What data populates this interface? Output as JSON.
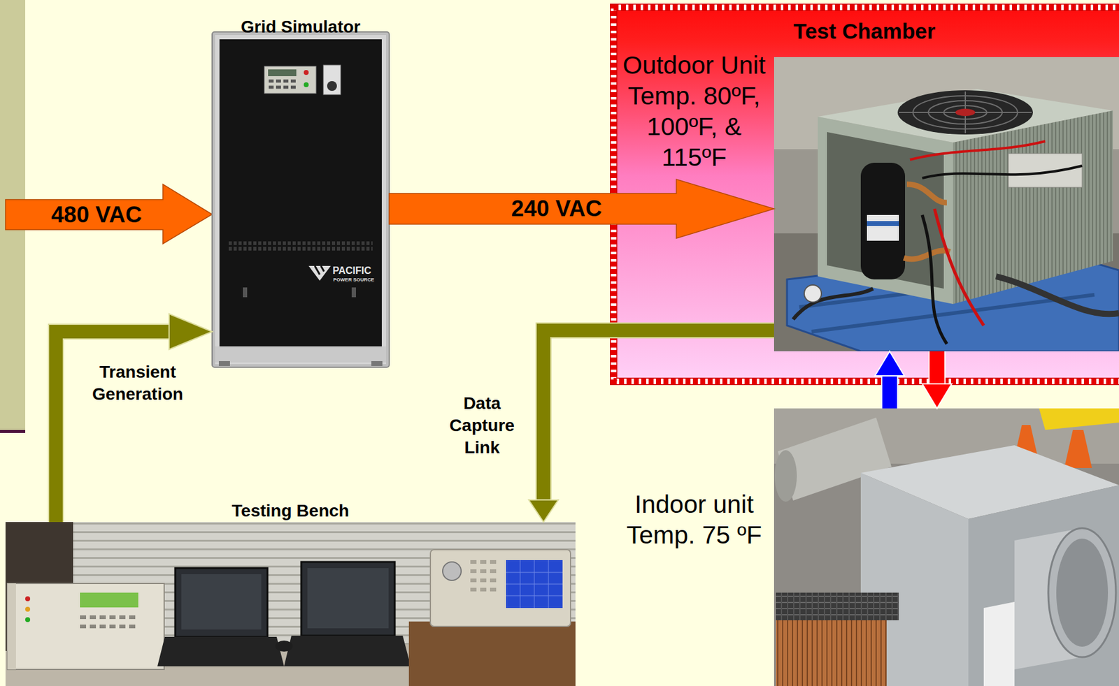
{
  "diagram": {
    "nodes": [
      {
        "text": [
          "Grid Simulator"
        ]
      },
      {
        "text": [
          "Test Chamber"
        ]
      },
      {
        "text": [
          "Outdoor Unit Temp. 80ºF, 100ºF, & 115ºF"
        ],
        "in": 1
      },
      {
        "text": [
          "Testing Bench"
        ]
      },
      {
        "text": [
          "Indoor unit Temp. 75 ºF"
        ]
      }
    ],
    "edges": [
      {
        "from": 0,
        "to": 2,
        "label": "240 VAC",
        "arrow": "to"
      },
      {
        "from": 3,
        "to": 0,
        "label": "Transient Generation",
        "arrow": "to"
      },
      {
        "from": 2,
        "to": 3,
        "label": "Data Capture Link",
        "arrow": "to"
      },
      {
        "from": 4,
        "to": 2,
        "arrow": "to"
      },
      {
        "from": 2,
        "to": 4,
        "arrow": "to"
      }
    ],
    "labels": [
      "480 VAC",
      "PACIFIC",
      "POWER SOURCE"
    ]
  }
}
